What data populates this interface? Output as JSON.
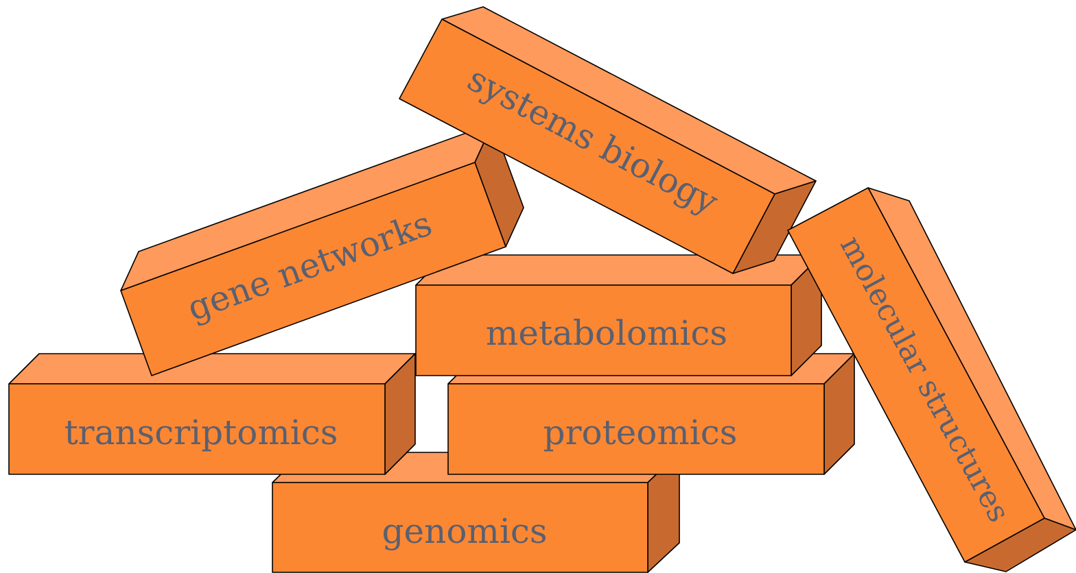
{
  "diagram": {
    "colors": {
      "front": "#fb8733",
      "top": "#fd9a5c",
      "side": "#c86a2f",
      "text": "#5a6070",
      "outline": "#000000"
    },
    "bricks": {
      "genomics": "genomics",
      "transcriptomics": "transcriptomics",
      "proteomics": "proteomics",
      "metabolomics": "metabolomics",
      "gene_networks": "gene networks",
      "systems_biology": "systems biology",
      "molecular_structures": "molecular structures"
    }
  }
}
